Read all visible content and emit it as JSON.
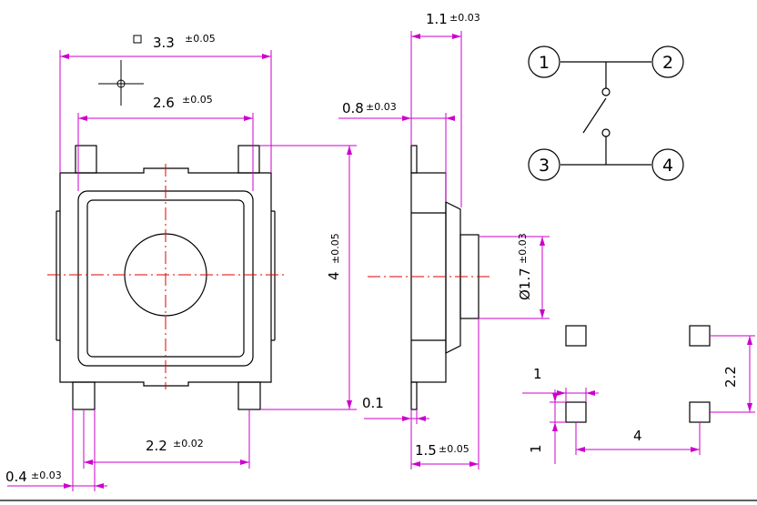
{
  "front_view": {
    "width_main": "3.3",
    "width_main_tol": "±0.05",
    "width_inner": "2.6",
    "width_inner_tol": "±0.05",
    "pin_pitch": "2.2",
    "pin_pitch_tol": "±0.02",
    "pin_width": "0.4",
    "pin_width_tol": "±0.03",
    "height_main": "4",
    "height_main_tol": "±0.05"
  },
  "side_view": {
    "top_total": "1.1",
    "top_total_tol": "±0.03",
    "top_body": "0.8",
    "top_body_tol": "±0.03",
    "plunger_diameter": "Ø1.7",
    "plunger_diameter_tol": "±0.03",
    "lead_thickness": "0.1",
    "total_height": "1.5",
    "total_height_tol": "±0.05"
  },
  "schematic": {
    "pins": [
      "1",
      "2",
      "3",
      "4"
    ]
  },
  "footprint": {
    "pad_size_w": "1",
    "pad_size_h": "1",
    "pad_spacing_x": "4",
    "pad_spacing_y": "2.2"
  },
  "colors": {
    "dimension": "#cc00cc",
    "centerline": "#e00000",
    "outline": "#000000"
  }
}
